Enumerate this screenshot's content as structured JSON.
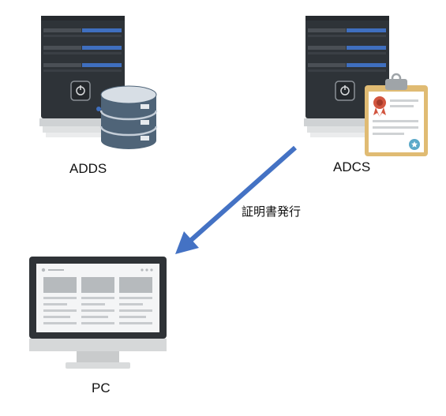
{
  "nodes": {
    "adds": {
      "label": "ADDS",
      "icon": "server-database-icon"
    },
    "adcs": {
      "label": "ADCS",
      "icon": "server-certificate-icon"
    },
    "pc": {
      "label": "PC",
      "icon": "desktop-monitor-icon"
    }
  },
  "edges": [
    {
      "from": "ADCS",
      "to": "PC",
      "label": "証明書発行"
    }
  ],
  "colors": {
    "server_body": "#2e3338",
    "server_stripe": "#3f6fbf",
    "server_base": "#cfd2d4",
    "database": "#4f6478",
    "clipboard": "#e0bb73",
    "arrow": "#4472c4",
    "monitor_frame": "#2f3337",
    "monitor_stand": "#c9cbcc"
  }
}
